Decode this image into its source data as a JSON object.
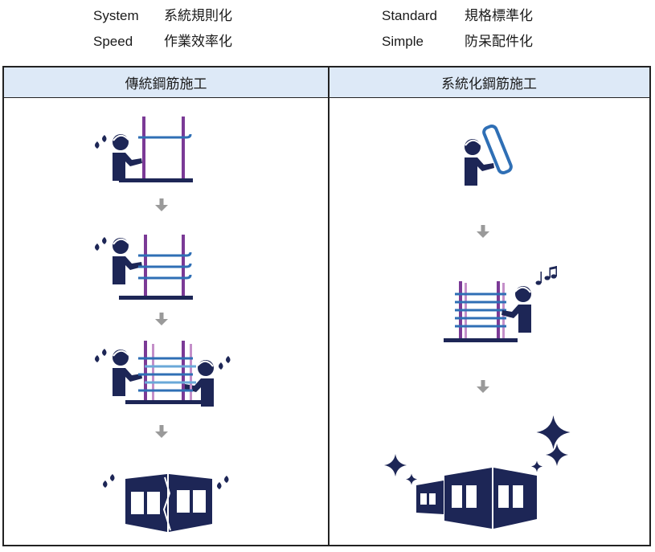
{
  "legend": [
    {
      "en": "System",
      "zh": "系統規則化"
    },
    {
      "en": "Speed",
      "zh": "作業效率化"
    },
    {
      "en": "Standard",
      "zh": "規格標準化"
    },
    {
      "en": "Simple",
      "zh": "防呆配件化"
    }
  ],
  "columns": {
    "left": {
      "title": "傳統鋼筋施工"
    },
    "right": {
      "title": "系統化鋼筋施工"
    }
  },
  "colors": {
    "navy": "#1d2656",
    "purple": "#7b3a96",
    "light_purple": "#c48fc9",
    "blue": "#2f6fb5",
    "light_blue": "#6aa8d8",
    "arrow_gray": "#9a9a9a",
    "header_bg": "#dde9f7"
  }
}
